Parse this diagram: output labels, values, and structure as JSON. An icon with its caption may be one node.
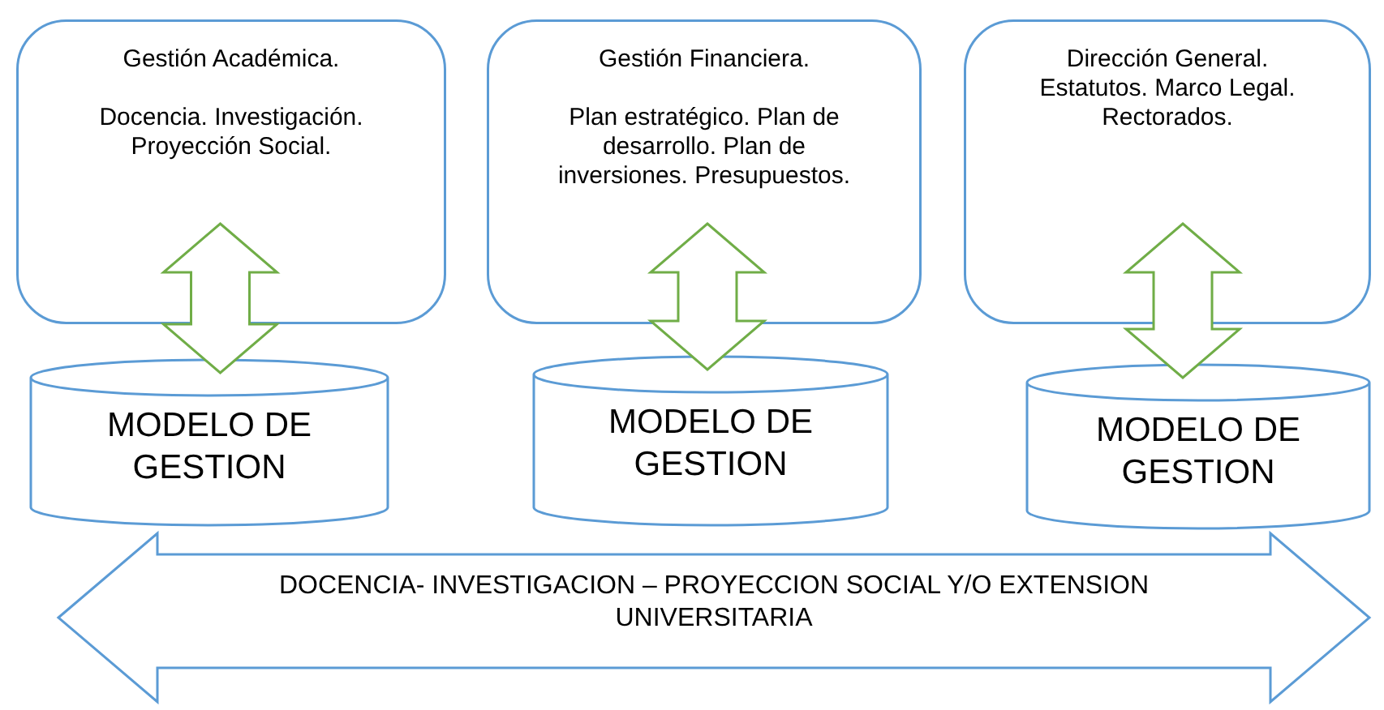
{
  "diagram": {
    "nodes": [
      {
        "text": [
          "Gestión Académica.",
          "Docencia. Investigación. Proyección Social."
        ]
      },
      {
        "text": [
          "Gestión Financiera.",
          "Plan estratégico. Plan de desarrollo. Plan de inversiones. Presupuestos."
        ]
      },
      {
        "text": [
          "Dirección General. Estatutos. Marco Legal. Rectorados."
        ]
      },
      {
        "text": [
          "MODELO DE GESTION"
        ]
      },
      {
        "text": [
          "MODELO DE GESTION"
        ]
      },
      {
        "text": [
          "MODELO DE GESTION"
        ]
      },
      {
        "text": [
          "DOCENCIA- INVESTIGACION – PROYECCION SOCIAL Y/O EXTENSION UNIVERSITARIA"
        ]
      }
    ],
    "edges": [
      {
        "from": 0,
        "to": 3,
        "arrow": "both"
      },
      {
        "from": 1,
        "to": 4,
        "arrow": "both"
      },
      {
        "from": 2,
        "to": 5,
        "arrow": "both"
      }
    ]
  }
}
